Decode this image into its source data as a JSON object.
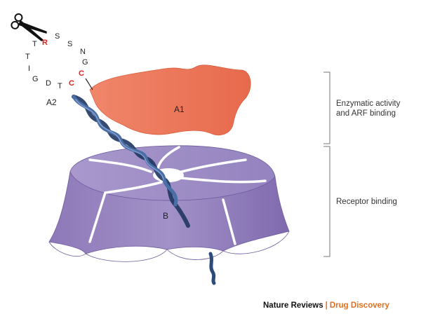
{
  "sequence": [
    "R",
    "S",
    "S",
    "N",
    "G",
    "C",
    "C",
    "T",
    "D",
    "G",
    "I",
    "T",
    "T"
  ],
  "red_residues": [
    0,
    5,
    6
  ],
  "subunits": {
    "a1": "A1",
    "a2": "A2",
    "b": "B"
  },
  "domains": {
    "top": [
      "Enzymatic activity",
      "and ARF binding"
    ],
    "bottom": "Receptor binding"
  },
  "credit": {
    "journal": "Nature Reviews",
    "separator": "|",
    "section": "Drug Discovery"
  },
  "colors": {
    "a1": "#ec7b5e",
    "b": "#9a86c2",
    "helix": "#2d4a7a",
    "red": "#e0201b",
    "credit": "#e36f1e"
  },
  "icons": {
    "scissors": "scissors-icon"
  }
}
